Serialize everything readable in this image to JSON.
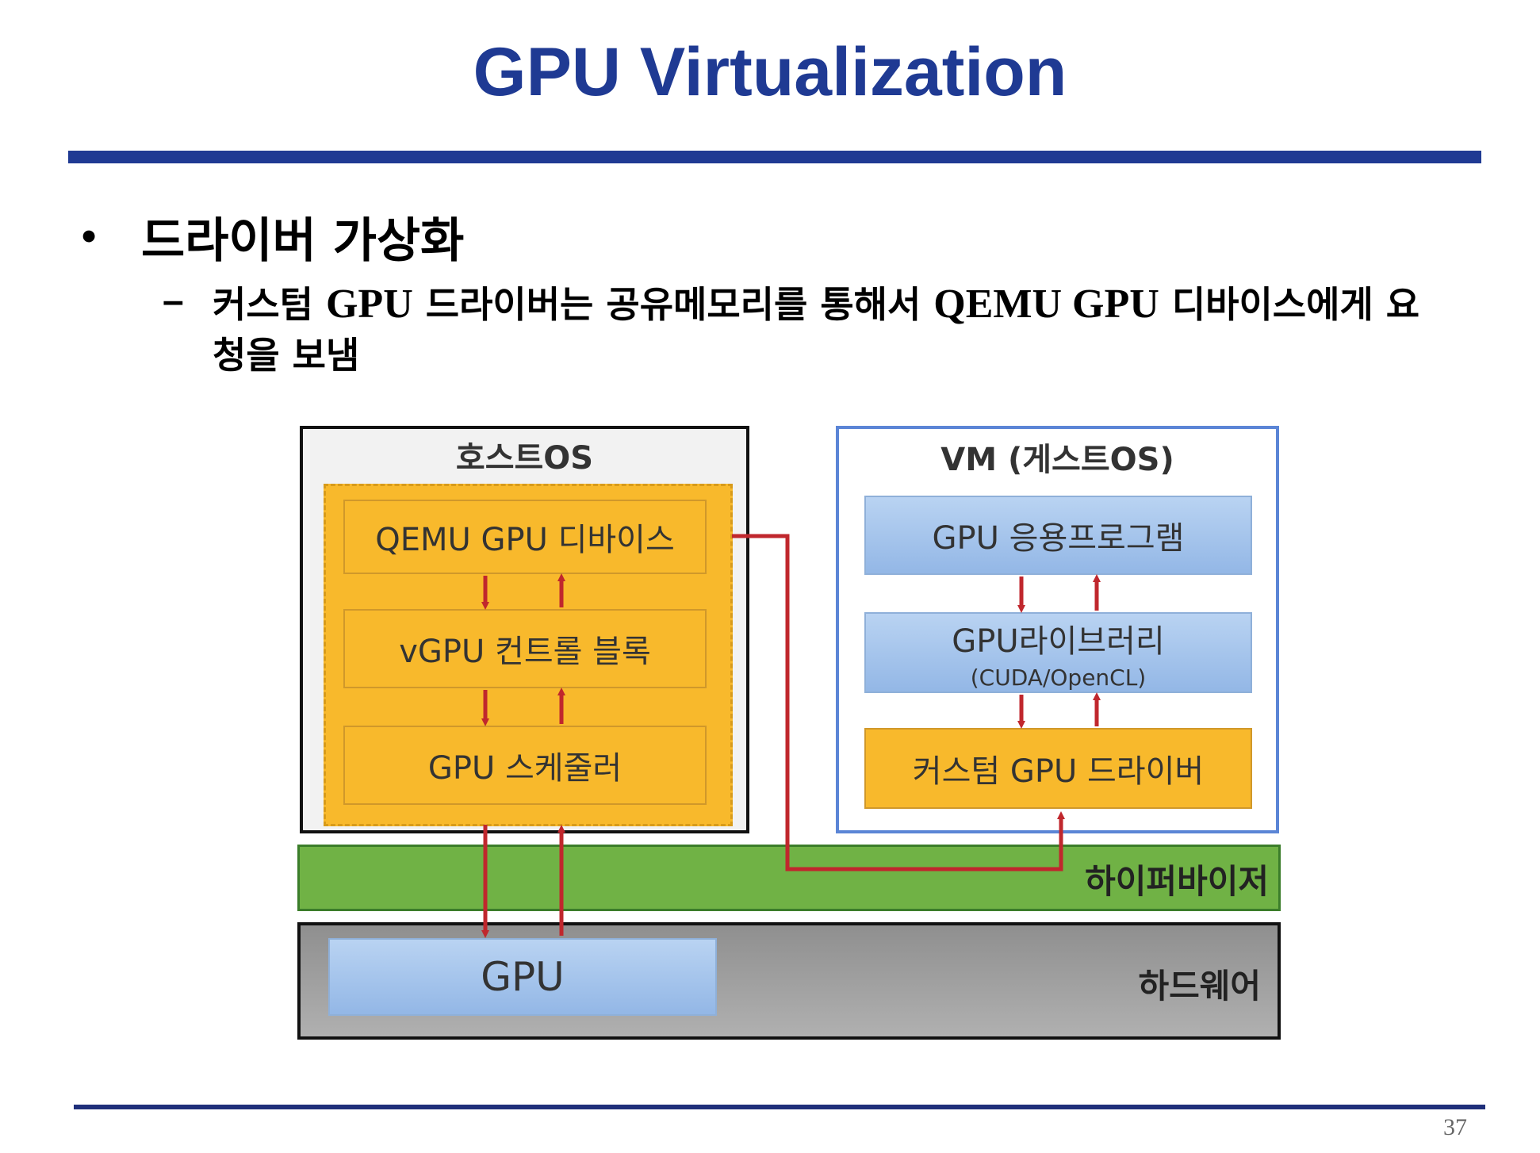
{
  "slide": {
    "title": "GPU Virtualization",
    "page_number": "37"
  },
  "bullet": {
    "text": "드라이버 가상화",
    "sub": {
      "part1": "커스텀 ",
      "part2": "GPU",
      "part3": " 드라이버는 공유메모리를 통해서 ",
      "part4": "QEMU GPU",
      "part5": " 디바이스에게 요청을 보냄"
    }
  },
  "diagram": {
    "host_os": {
      "label": "호스트OS",
      "qemu_device": "QEMU GPU 디바이스",
      "vgpu_control": "vGPU 컨트롤 블록",
      "gpu_scheduler": "GPU 스케줄러"
    },
    "vm": {
      "label": "VM (게스트OS)",
      "gpu_app": "GPU 응용프로그램",
      "gpu_lib": "GPU라이브러리",
      "gpu_lib_sub": "(CUDA/OpenCL)",
      "custom_driver": "커스텀 GPU 드라이버"
    },
    "hypervisor": "하이퍼바이저",
    "hardware": "하드웨어",
    "gpu": "GPU",
    "colors": {
      "title": "#1f3a93",
      "arrow": "#c0272d",
      "host_block": "#f8b92c",
      "vm_block": "#93b7e6",
      "hypervisor": "#70b245",
      "hardware": "#a0a0a0"
    }
  }
}
